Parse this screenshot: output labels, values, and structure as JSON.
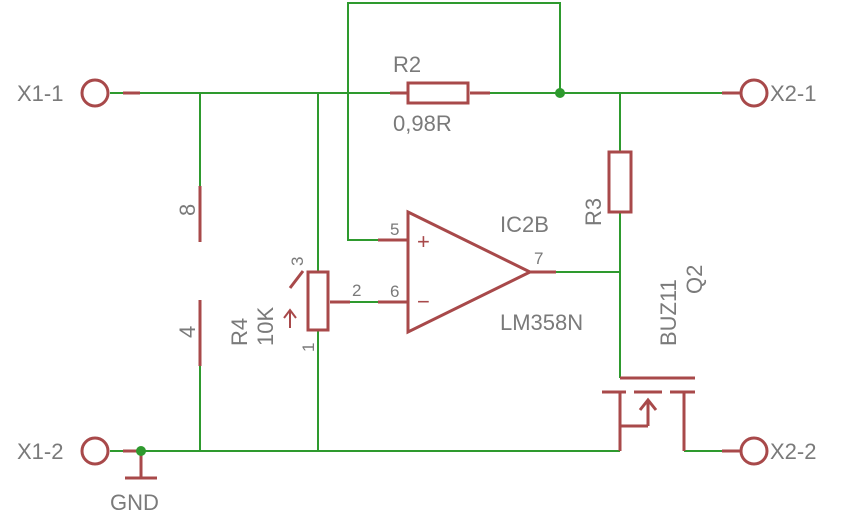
{
  "colors": {
    "wire": "#2e9a2e",
    "part": "#a8494a",
    "label": "#7a7a7a",
    "dot": "#2e9a2e"
  },
  "terminals": {
    "x1_1": "X1-1",
    "x1_2": "X1-2",
    "x2_1": "X2-1",
    "x2_2": "X2-2"
  },
  "r2": {
    "name": "R2",
    "value": "0,98R"
  },
  "r3": {
    "name": "R3"
  },
  "r4": {
    "name": "R4",
    "value": "10K",
    "pin1": "1",
    "pin2": "2",
    "pin3": "3"
  },
  "opamp": {
    "name": "IC2B",
    "part": "LM358N",
    "pin_plus": "5",
    "pin_minus": "6",
    "pin_out": "7",
    "plus_sign": "+",
    "minus_sign": "−"
  },
  "mosfet": {
    "name": "Q2",
    "part": "BUZ11"
  },
  "connector": {
    "pin8": "8",
    "pin4": "4"
  },
  "ground": {
    "label": "GND"
  }
}
